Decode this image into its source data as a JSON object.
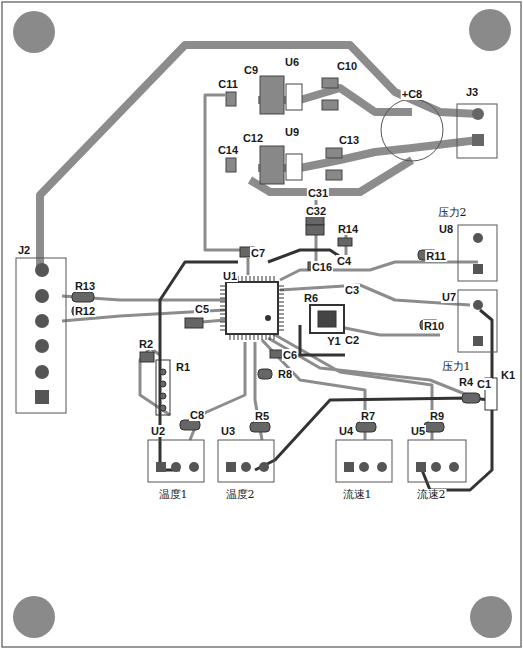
{
  "diagram": {
    "labels": [
      "C11",
      "C9",
      "U6",
      "C10",
      "+C8",
      "J3",
      "C14",
      "C12",
      "U9",
      "C13",
      "C31",
      "C32",
      "R14",
      "压力2",
      "U8",
      "R11",
      "C7",
      "U1",
      "C16",
      "C4",
      "C3",
      "R6",
      "R10",
      "U7",
      "Y1",
      "C2",
      "J2",
      "R13",
      "R12",
      "C5",
      "R2",
      "R1",
      "C6",
      "R8",
      "压力1",
      "R4",
      "C1",
      "K1",
      "C8",
      "R5",
      "R7",
      "R9",
      "U2",
      "U3",
      "U4",
      "U5",
      "温度1",
      "温度2",
      "流速1",
      "流速2"
    ]
  }
}
